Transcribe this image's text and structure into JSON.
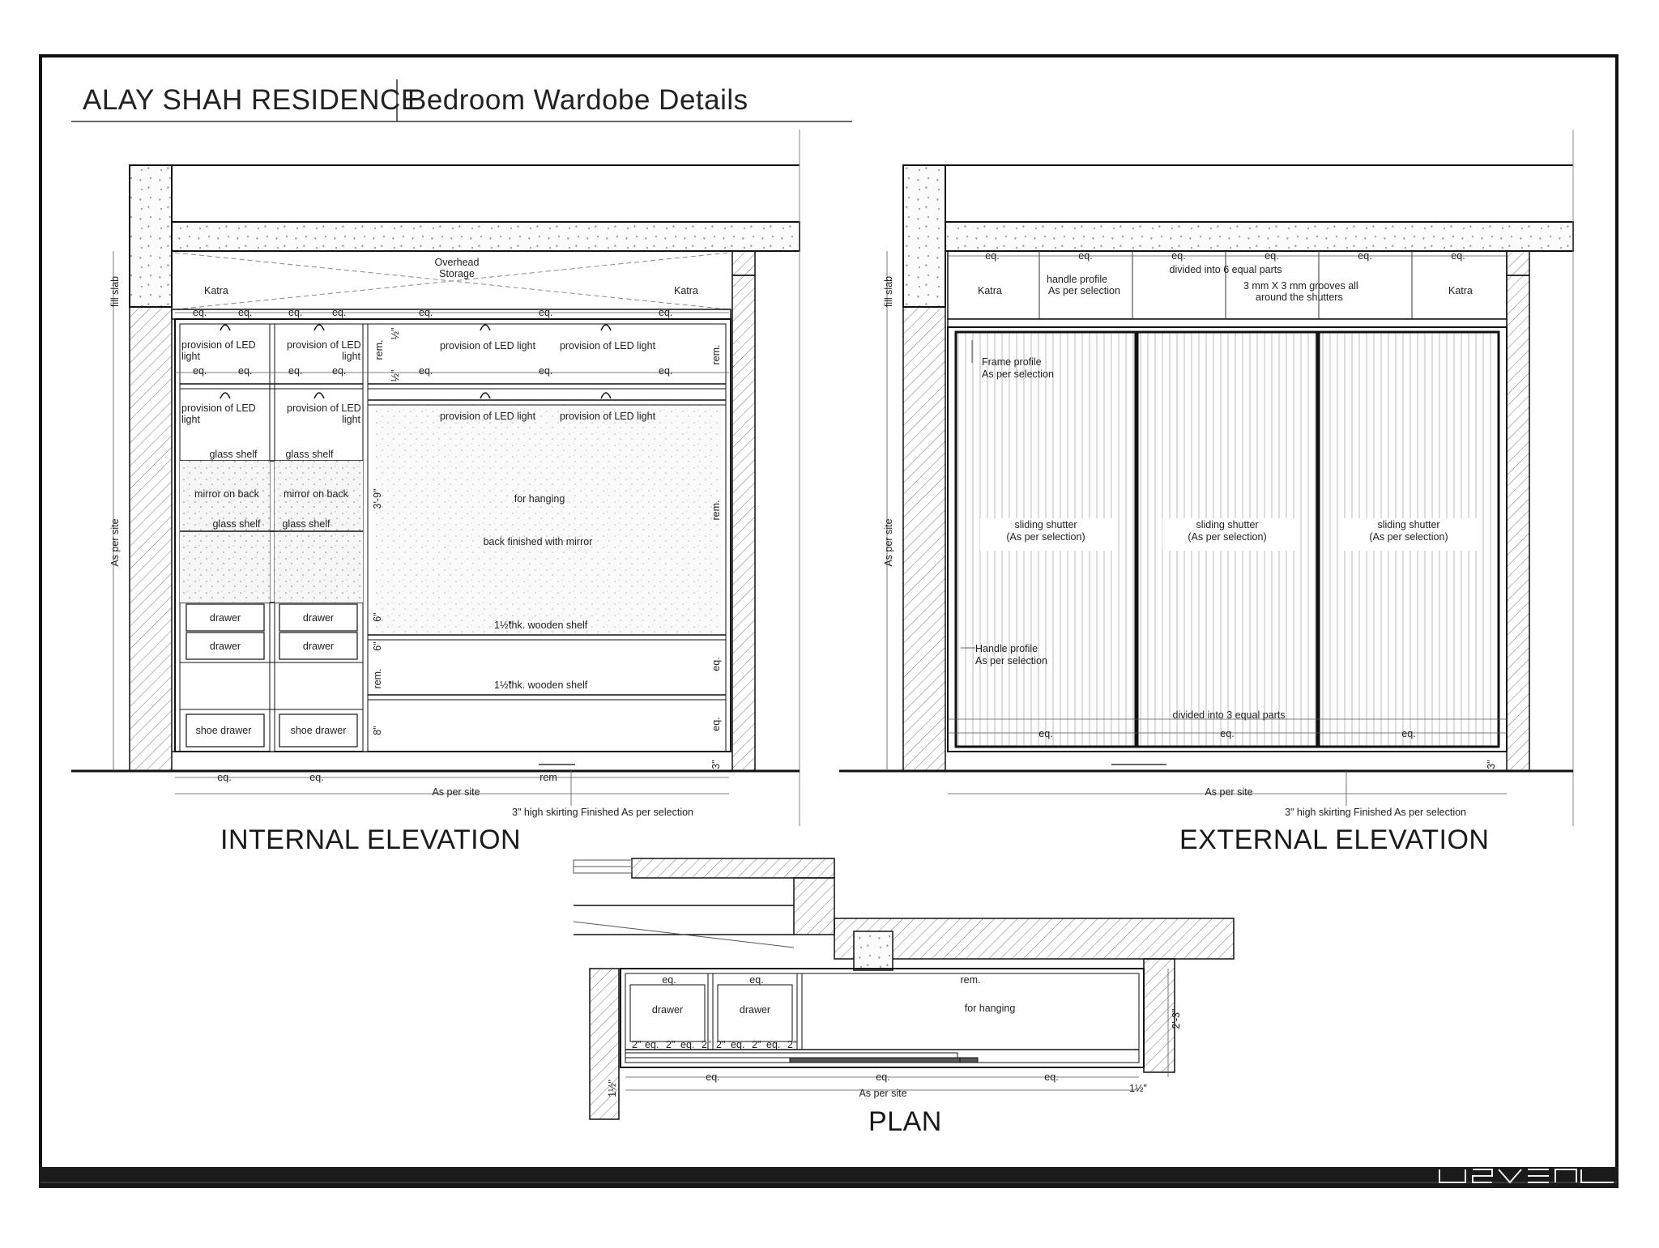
{
  "title": {
    "project": "ALAY SHAH RESIDENCE",
    "subject": "Bedroom Wardobe Details"
  },
  "captions": {
    "internal": "INTERNAL ELEVATION",
    "external": "EXTERNAL ELEVATION",
    "plan": "PLAN"
  },
  "logo_text": "seven",
  "internal": {
    "overhead": [
      "Overhead",
      "Storage"
    ],
    "katra": "Katra",
    "fill_slab": "fill slab",
    "as_per_site": "As per site",
    "led_light": "provision of LED light",
    "led_a": [
      "provision of LED",
      "light"
    ],
    "led_b": [
      "provision of LED",
      "light"
    ],
    "glass_shelf": "glass shelf",
    "mirror_on_back": "mirror on back",
    "drawer": "drawer",
    "shoe_drawer": "shoe drawer",
    "for_hanging": "for hanging",
    "back_finished": "back finished with mirror",
    "wooden_shelf": "thk. wooden shelf",
    "eq": "eq.",
    "rem": "rem.",
    "dim_3_9": "3'-9\"",
    "dim_6": "6\"",
    "dim_8": "8\"",
    "dim_3": "3\"",
    "dim_half": "½\"",
    "dim_1half": "1½\"",
    "bottom_as_per_site": "As per site",
    "bottom_rem": "rem",
    "skirting": "3\" high skirting Finished As per selection"
  },
  "external": {
    "katra": "Katra",
    "fill_slab": "fill slab",
    "as_per_site": "As per site",
    "handle_top": [
      "handle profile",
      "As per selection"
    ],
    "divided_6": "divided into 6 equal parts",
    "grooves": [
      "3 mm X 3 mm grooves all",
      "around the shutters"
    ],
    "frame_profile": [
      "Frame profile",
      "As per selection"
    ],
    "sliding_shutter": [
      "sliding shutter",
      "(As per selection)"
    ],
    "handle_profile": [
      "Handle profile",
      "As per selection"
    ],
    "divided_3": "divided into 3 equal parts",
    "eq": "eq.",
    "dim_3": "3\"",
    "bottom_as_per_site": "As per site",
    "skirting": "3\" high skirting Finished As per selection"
  },
  "plan": {
    "eq": "eq.",
    "rem": "rem.",
    "drawer": "drawer",
    "for_hanging": "for hanging",
    "dim_2": "2\"",
    "dim_2_3": "2'-3\"",
    "dim_1half": "1½\"",
    "as_per_site": "As per site"
  }
}
